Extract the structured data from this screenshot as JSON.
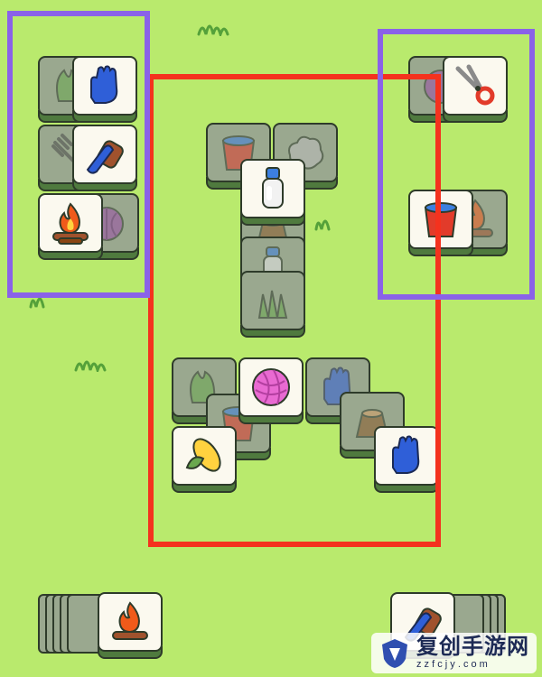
{
  "watermark": {
    "title": "复创手游网",
    "subtitle": "z z f c j y . c o m"
  },
  "tiles": [
    {
      "name": "tile-cabbage-left",
      "icon": "cabbage",
      "dim": true
    },
    {
      "name": "tile-glove-left",
      "icon": "blue-glove",
      "dim": false
    },
    {
      "name": "tile-rake-left",
      "icon": "rake",
      "dim": true
    },
    {
      "name": "tile-brush-left",
      "icon": "brush",
      "dim": false
    },
    {
      "name": "tile-fire-left",
      "icon": "campfire",
      "dim": false
    },
    {
      "name": "tile-cabbage-left2",
      "icon": "purple-cabbage",
      "dim": true
    },
    {
      "name": "tile-bucket-top",
      "icon": "red-bucket",
      "dim": true
    },
    {
      "name": "tile-wool-top",
      "icon": "grey-wool",
      "dim": true
    },
    {
      "name": "tile-milk",
      "icon": "milk-bottle",
      "dim": false
    },
    {
      "name": "tile-stump-mid",
      "icon": "stump",
      "dim": true
    },
    {
      "name": "tile-milk-mid",
      "icon": "milk-bottle",
      "dim": true
    },
    {
      "name": "tile-grass-mid",
      "icon": "grass",
      "dim": true
    },
    {
      "name": "tile-cabbage-low",
      "icon": "cabbage",
      "dim": true
    },
    {
      "name": "tile-yarn",
      "icon": "pink-yarn",
      "dim": false
    },
    {
      "name": "tile-glove-low",
      "icon": "blue-glove",
      "dim": true
    },
    {
      "name": "tile-bucket-low",
      "icon": "red-bucket",
      "dim": true
    },
    {
      "name": "tile-corn",
      "icon": "corn",
      "dim": false
    },
    {
      "name": "tile-stump-low",
      "icon": "stump",
      "dim": true
    },
    {
      "name": "tile-glove-right-low",
      "icon": "blue-glove",
      "dim": false
    },
    {
      "name": "tile-purple-right",
      "icon": "purple-cabbage",
      "dim": true
    },
    {
      "name": "tile-shears",
      "icon": "shears",
      "dim": false
    },
    {
      "name": "tile-fire-right",
      "icon": "campfire",
      "dim": true
    },
    {
      "name": "tile-bucket-right",
      "icon": "red-bucket",
      "dim": false
    },
    {
      "name": "stack-left-top",
      "icon": "campfire",
      "dim": false
    },
    {
      "name": "stack-right-top",
      "icon": "brush",
      "dim": false
    }
  ]
}
